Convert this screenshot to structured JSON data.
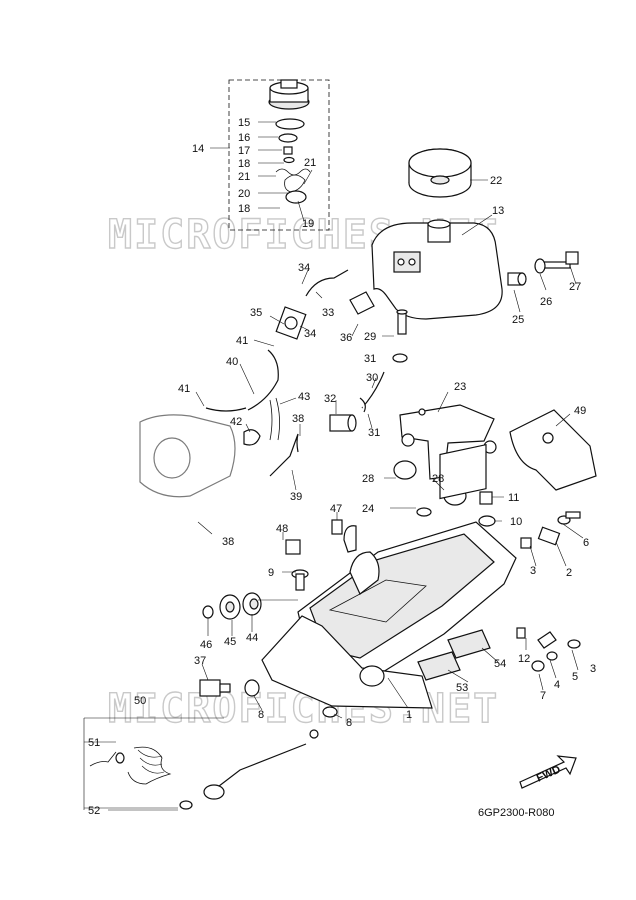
{
  "watermark": {
    "text": "MICROFICHES.NET"
  },
  "figure_code": "6GP2300-R080",
  "fwd_label": "FWD",
  "labels": [
    {
      "id": "15",
      "text": "15"
    },
    {
      "id": "16",
      "text": "16"
    },
    {
      "id": "14",
      "text": "14"
    },
    {
      "id": "17",
      "text": "17"
    },
    {
      "id": "18a",
      "text": "18"
    },
    {
      "id": "21a",
      "text": "21"
    },
    {
      "id": "21b",
      "text": "21"
    },
    {
      "id": "20",
      "text": "20"
    },
    {
      "id": "18b",
      "text": "18"
    },
    {
      "id": "19",
      "text": "19"
    },
    {
      "id": "22",
      "text": "22"
    },
    {
      "id": "13",
      "text": "13"
    },
    {
      "id": "34a",
      "text": "34"
    },
    {
      "id": "33",
      "text": "33"
    },
    {
      "id": "35",
      "text": "35"
    },
    {
      "id": "34b",
      "text": "34"
    },
    {
      "id": "36",
      "text": "36"
    },
    {
      "id": "29",
      "text": "29"
    },
    {
      "id": "26",
      "text": "26"
    },
    {
      "id": "27",
      "text": "27"
    },
    {
      "id": "25",
      "text": "25"
    },
    {
      "id": "41a",
      "text": "41"
    },
    {
      "id": "40",
      "text": "40"
    },
    {
      "id": "31a",
      "text": "31"
    },
    {
      "id": "30",
      "text": "30"
    },
    {
      "id": "41b",
      "text": "41"
    },
    {
      "id": "43",
      "text": "43"
    },
    {
      "id": "32",
      "text": "32"
    },
    {
      "id": "23",
      "text": "23"
    },
    {
      "id": "49",
      "text": "49"
    },
    {
      "id": "42",
      "text": "42"
    },
    {
      "id": "38a",
      "text": "38"
    },
    {
      "id": "31b",
      "text": "31"
    },
    {
      "id": "28a",
      "text": "28"
    },
    {
      "id": "28b",
      "text": "28"
    },
    {
      "id": "39",
      "text": "39"
    },
    {
      "id": "11",
      "text": "11"
    },
    {
      "id": "24",
      "text": "24"
    },
    {
      "id": "10",
      "text": "10"
    },
    {
      "id": "47",
      "text": "47"
    },
    {
      "id": "38b",
      "text": "38"
    },
    {
      "id": "48",
      "text": "48"
    },
    {
      "id": "6",
      "text": "6"
    },
    {
      "id": "9",
      "text": "9"
    },
    {
      "id": "3a",
      "text": "3"
    },
    {
      "id": "2",
      "text": "2"
    },
    {
      "id": "46",
      "text": "46"
    },
    {
      "id": "45",
      "text": "45"
    },
    {
      "id": "44",
      "text": "44"
    },
    {
      "id": "12",
      "text": "12"
    },
    {
      "id": "5",
      "text": "5"
    },
    {
      "id": "3b",
      "text": "3"
    },
    {
      "id": "54",
      "text": "54"
    },
    {
      "id": "37",
      "text": "37"
    },
    {
      "id": "4",
      "text": "4"
    },
    {
      "id": "53",
      "text": "53"
    },
    {
      "id": "7",
      "text": "7"
    },
    {
      "id": "8a",
      "text": "8"
    },
    {
      "id": "1",
      "text": "1"
    },
    {
      "id": "50",
      "text": "50"
    },
    {
      "id": "8b",
      "text": "8"
    },
    {
      "id": "51",
      "text": "51"
    },
    {
      "id": "52",
      "text": "52"
    }
  ]
}
